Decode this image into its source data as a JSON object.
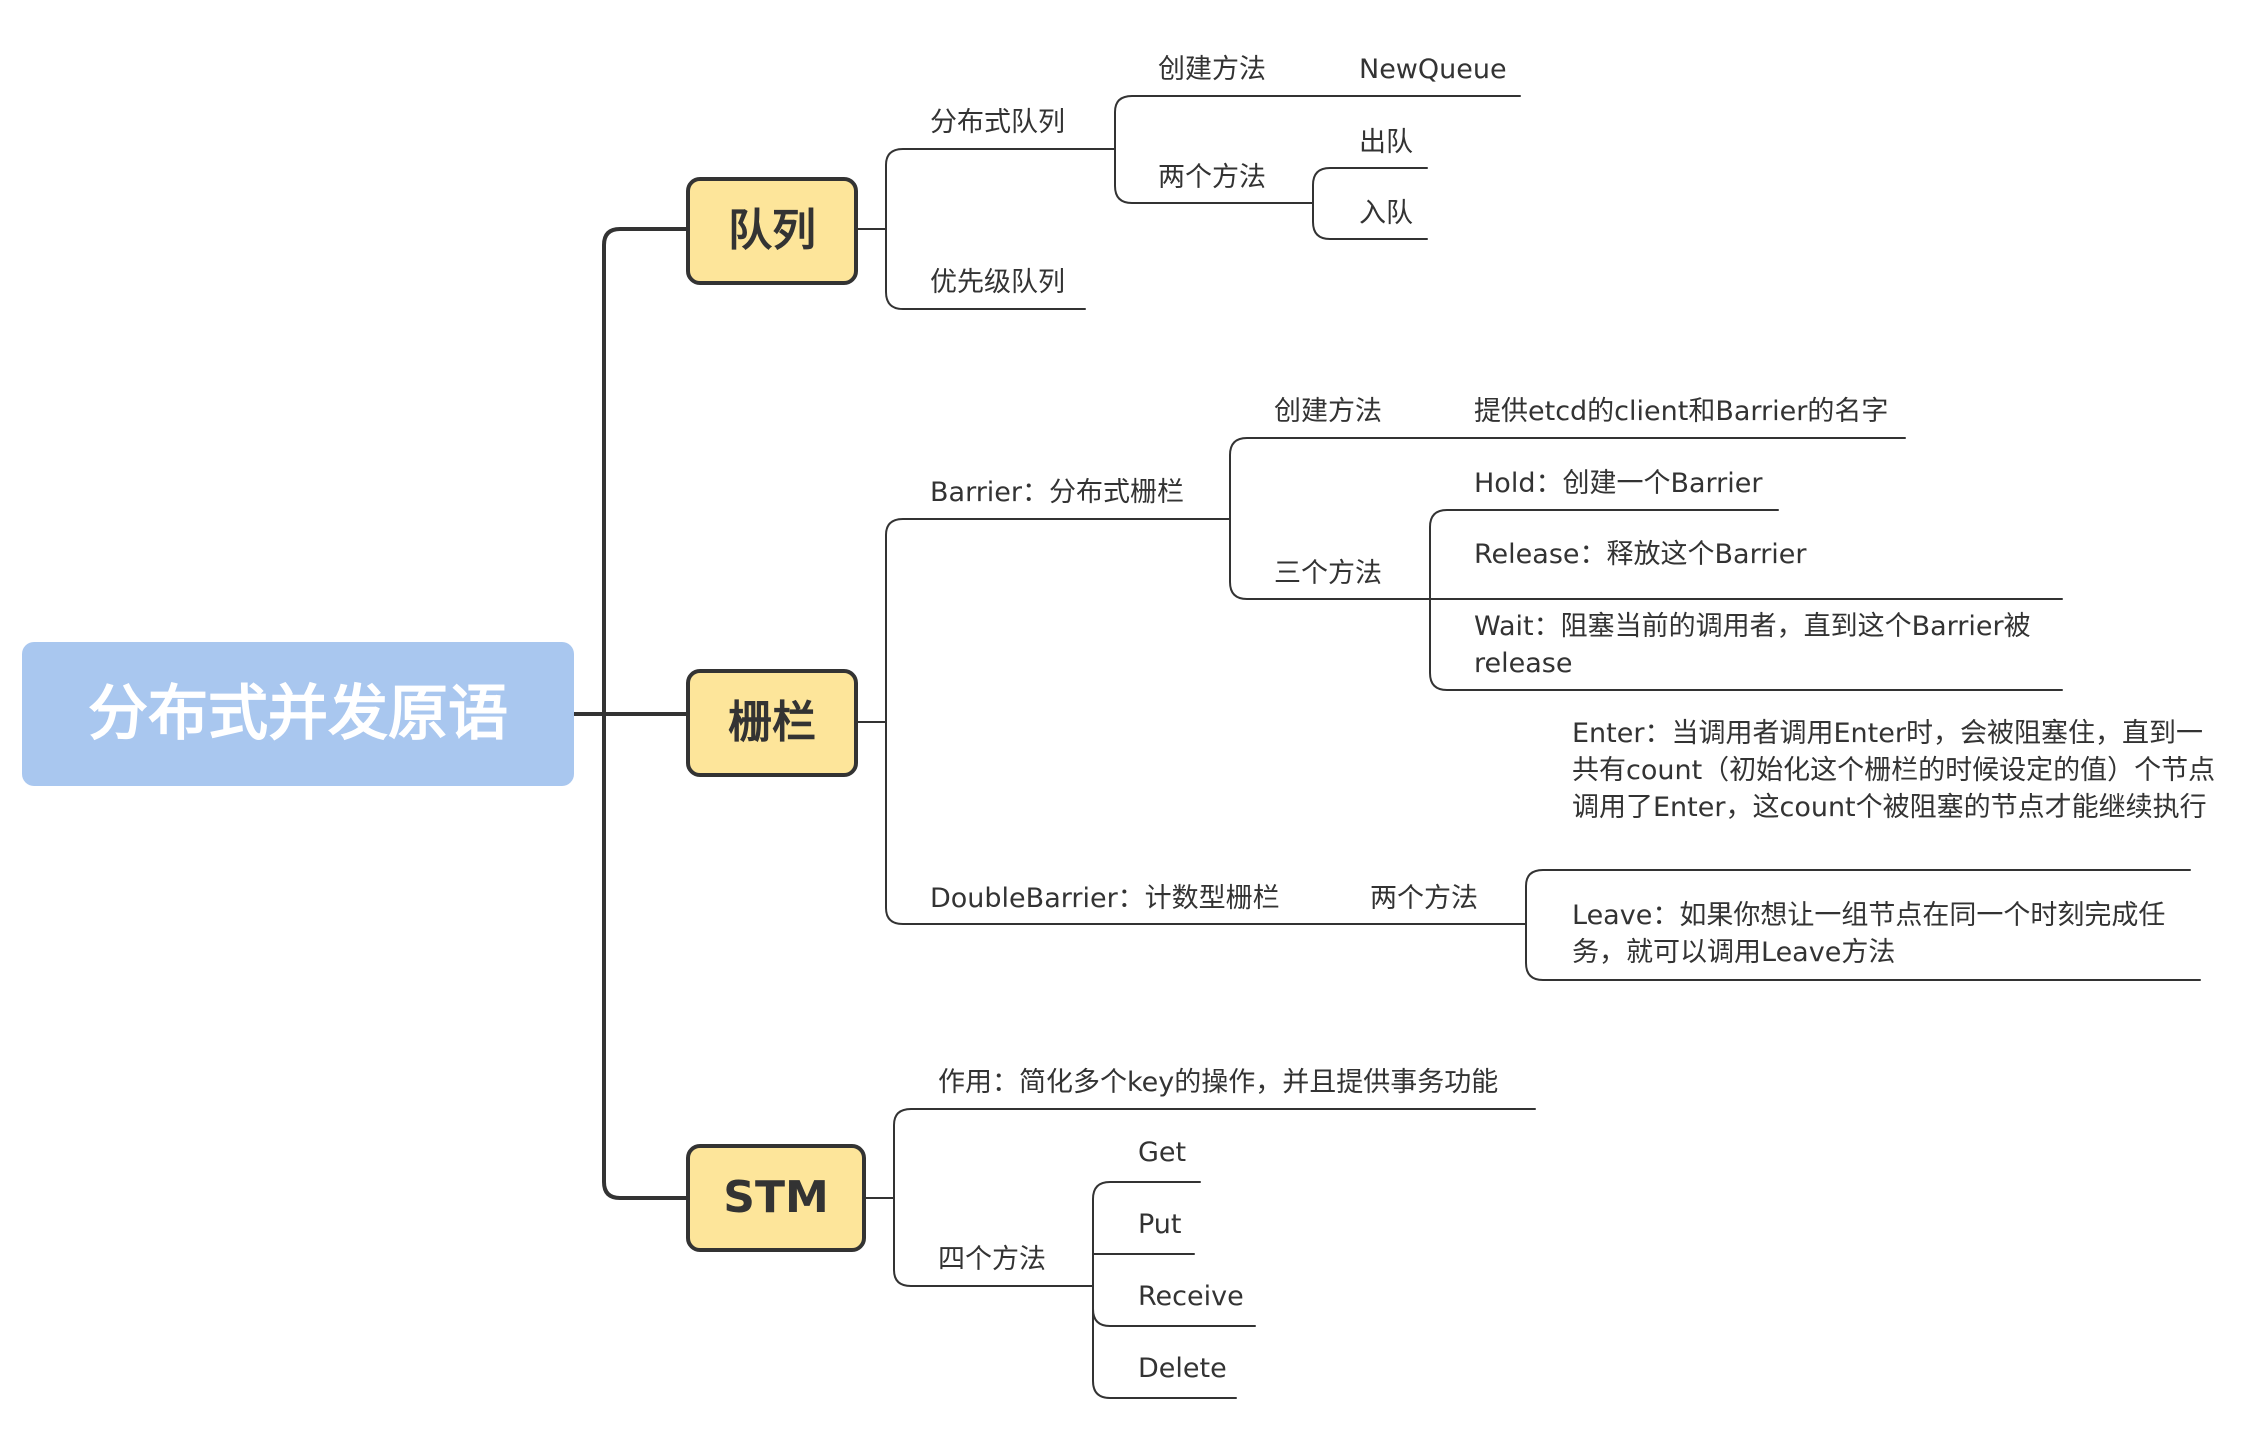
{
  "root": {
    "label": "分布式并发原语"
  },
  "branches": {
    "queue": {
      "label": "队列",
      "dist_queue": "分布式队列",
      "create_method": "创建方法",
      "new_queue": "NewQueue",
      "two_methods": "两个方法",
      "dequeue": "出队",
      "enqueue": "入队",
      "priority_queue": "优先级队列"
    },
    "barrier": {
      "label": "栅栏",
      "barrier_title": "Barrier：分布式栅栏",
      "create_method": "创建方法",
      "create_desc": "提供etcd的client和Barrier的名字",
      "three_methods": "三个方法",
      "hold": "Hold：创建一个Barrier",
      "release": "Release：释放这个Barrier",
      "wait": "Wait：阻塞当前的调用者，直到这个Barrier被 release",
      "double_title": "DoubleBarrier：计数型栅栏",
      "two_methods": "两个方法",
      "enter": "Enter：当调用者调用Enter时，会被阻塞住，直到一共有count（初始化这个栅栏的时候设定的值）个节点调用了Enter，这count个被阻塞的节点才能继续执行",
      "leave": "Leave：如果你想让一组节点在同一个时刻完成任务，就可以调用Leave方法"
    },
    "stm": {
      "label": "STM",
      "purpose": "作用：简化多个key的操作，并且提供事务功能",
      "four_methods": "四个方法",
      "get": "Get",
      "put": "Put",
      "receive": "Receive",
      "delete": "Delete"
    }
  },
  "colors": {
    "root_fill": "#a9c7ef",
    "main_fill": "#fde59a",
    "line": "#333333"
  }
}
